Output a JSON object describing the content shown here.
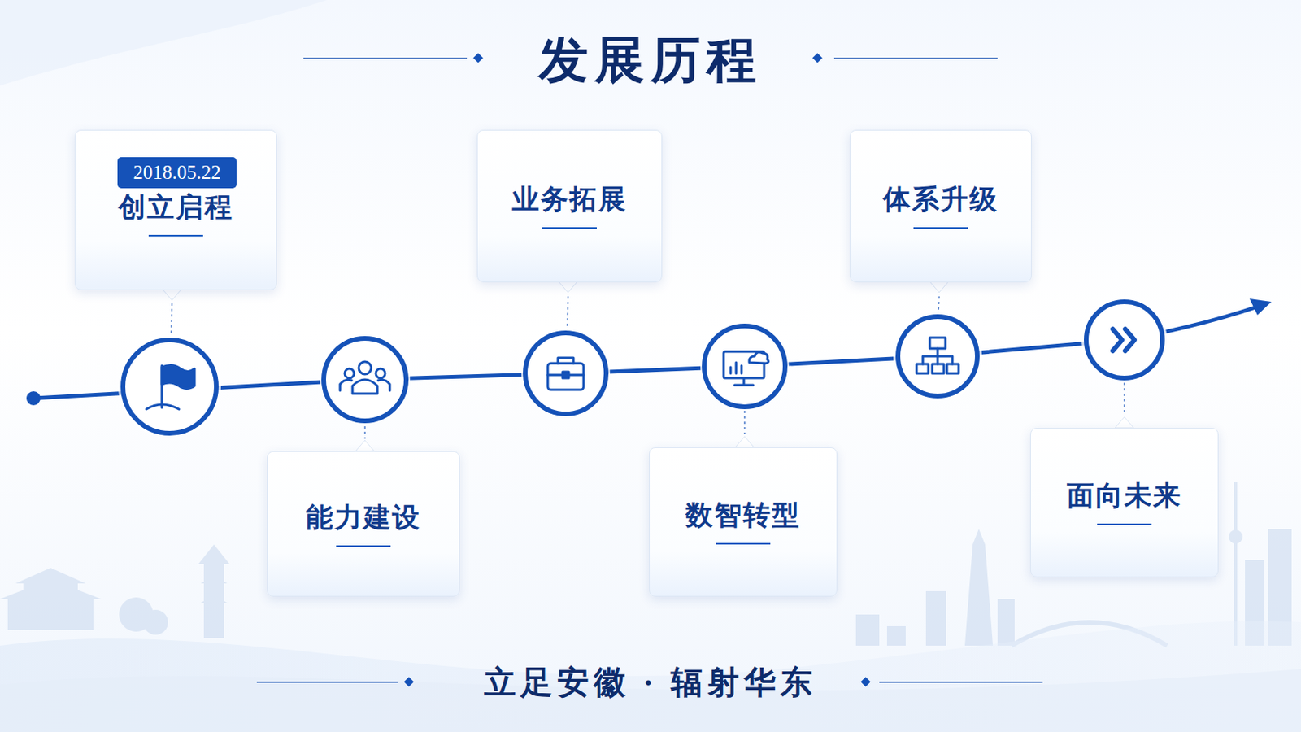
{
  "diagram": {
    "title": "发展历程",
    "caption": "立足安徽 · 辐射华东",
    "nodes": [
      {
        "text": [
          "创立启程"
        ]
      },
      {
        "text": [
          "2018.05.22"
        ],
        "in": 0
      },
      {
        "text": [
          "能力建设"
        ]
      },
      {
        "text": [
          "业务拓展"
        ]
      },
      {
        "text": [
          "数智转型"
        ]
      },
      {
        "text": [
          "体系升级"
        ]
      },
      {
        "text": [
          "面向未来"
        ]
      }
    ]
  }
}
